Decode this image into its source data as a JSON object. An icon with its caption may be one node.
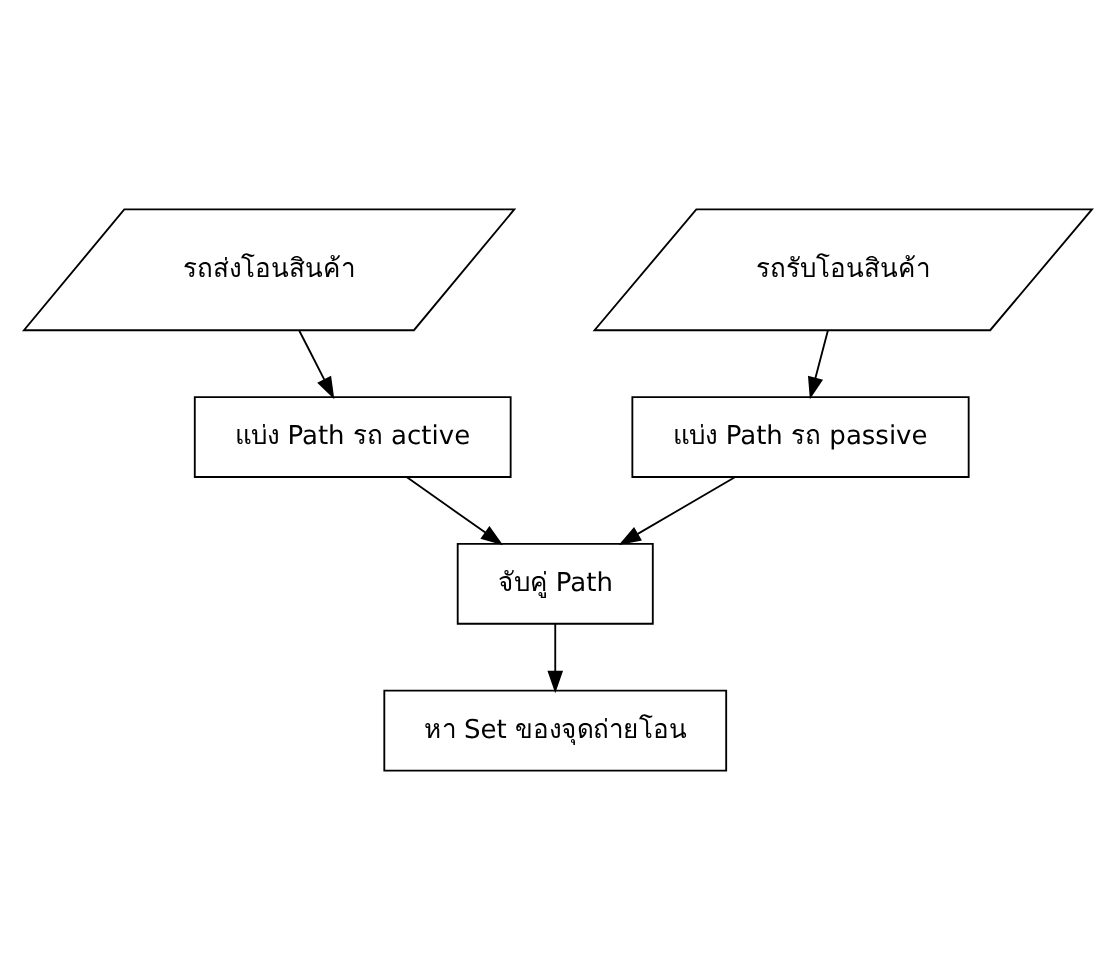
{
  "diagram": {
    "nodes": [
      {
        "text": [
          "รถส่งโอนสินค้า"
        ]
      },
      {
        "text": [
          "รถรับโอนสินค้า"
        ]
      },
      {
        "text": [
          "แบ่ง Path รถ active"
        ]
      },
      {
        "text": [
          "แบ่ง Path รถ passive"
        ]
      },
      {
        "text": [
          "จับคู่ Path"
        ]
      },
      {
        "text": [
          "หา Set ของจุดถ่ายโอน"
        ]
      }
    ],
    "edges": [
      {
        "from": 0,
        "to": 2,
        "arrow": "to"
      },
      {
        "from": 1,
        "to": 3,
        "arrow": "to"
      },
      {
        "from": 2,
        "to": 4,
        "arrow": "to"
      },
      {
        "from": 3,
        "to": 4,
        "arrow": "to"
      },
      {
        "from": 4,
        "to": 5,
        "arrow": "to"
      }
    ]
  }
}
